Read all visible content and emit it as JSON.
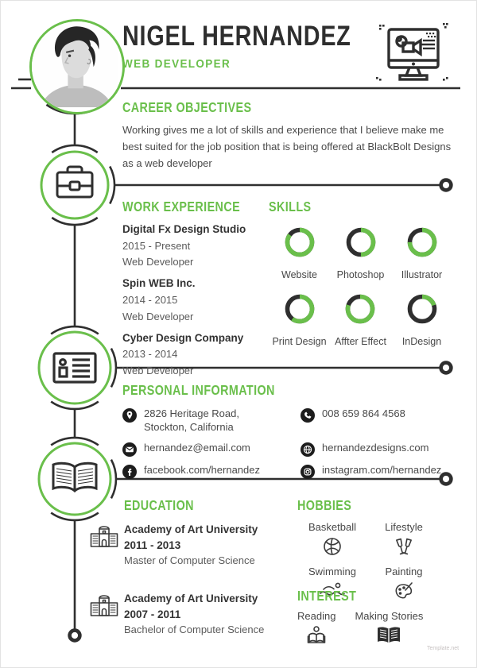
{
  "theme": {
    "green": "#6abf4b",
    "dark": "#2f2f2f",
    "text": "#4a4a4a"
  },
  "header": {
    "name": "NIGEL HERNANDEZ",
    "title": "WEB DEVELOPER",
    "icon": "computer-design-icon",
    "photo": "portrait-photo"
  },
  "career_objectives": {
    "heading": "CAREER OBJECTIVES",
    "text": "Working gives me a lot of skills and experience that I believe make me best suited for the job position that is being offered at BlackBolt Designs as a web developer"
  },
  "work_experience": {
    "heading": "WORK EXPERIENCE",
    "entries": [
      {
        "company": "Digital Fx Design Studio",
        "period": "2015 - Present",
        "role": "Web Developer"
      },
      {
        "company": "Spin WEB Inc.",
        "period": "2014 - 2015",
        "role": "Web Developer"
      },
      {
        "company": "Cyber Design Company",
        "period": "2013 - 2014",
        "role": "Web Developer"
      }
    ]
  },
  "skills": {
    "heading": "SKILLS",
    "items": [
      {
        "label": "Website",
        "percent": 85
      },
      {
        "label": "Photoshop",
        "percent": 50
      },
      {
        "label": "Illustrator",
        "percent": 75
      },
      {
        "label": "Print Design",
        "percent": 60
      },
      {
        "label": "Affter Effect",
        "percent": 80
      },
      {
        "label": "InDesign",
        "percent": 20
      }
    ]
  },
  "personal_information": {
    "heading": "PERSONAL INFORMATION",
    "items": [
      {
        "icon": "location-pin-icon",
        "text": "2826 Heritage Road, Stockton, California"
      },
      {
        "icon": "phone-icon",
        "text": "008 659 864 4568"
      },
      {
        "icon": "email-icon",
        "text": "hernandez@email.com"
      },
      {
        "icon": "globe-icon",
        "text": "hernandezdesigns.com"
      },
      {
        "icon": "facebook-icon",
        "text": "facebook.com/hernandez"
      },
      {
        "icon": "instagram-icon",
        "text": "instagram.com/hernandez"
      }
    ]
  },
  "education": {
    "heading": "EDUCATION",
    "entries": [
      {
        "icon": "school-building-icon",
        "school": "Academy of Art University",
        "period": "2011 - 2013",
        "degree": "Master of Computer Science"
      },
      {
        "icon": "school-building-icon",
        "school": "Academy of Art University",
        "period": "2007 - 2011",
        "degree": "Bachelor of Computer Science"
      }
    ]
  },
  "hobbies": {
    "heading": "HOBBIES",
    "items": [
      {
        "label": "Basketball",
        "icon": "basketball-icon"
      },
      {
        "label": "Lifestyle",
        "icon": "champagne-glasses-icon"
      },
      {
        "label": "Swimming",
        "icon": "swimmer-icon"
      },
      {
        "label": "Painting",
        "icon": "paint-palette-icon"
      }
    ]
  },
  "interest": {
    "heading": "INTEREST",
    "items": [
      {
        "label": "Reading",
        "icon": "person-reading-icon"
      },
      {
        "label": "Making Stories",
        "icon": "open-book-icon"
      }
    ]
  },
  "timeline": {
    "icons": [
      "briefcase-icon",
      "id-card-icon",
      "open-book-icon"
    ]
  },
  "watermark": "Template.net"
}
